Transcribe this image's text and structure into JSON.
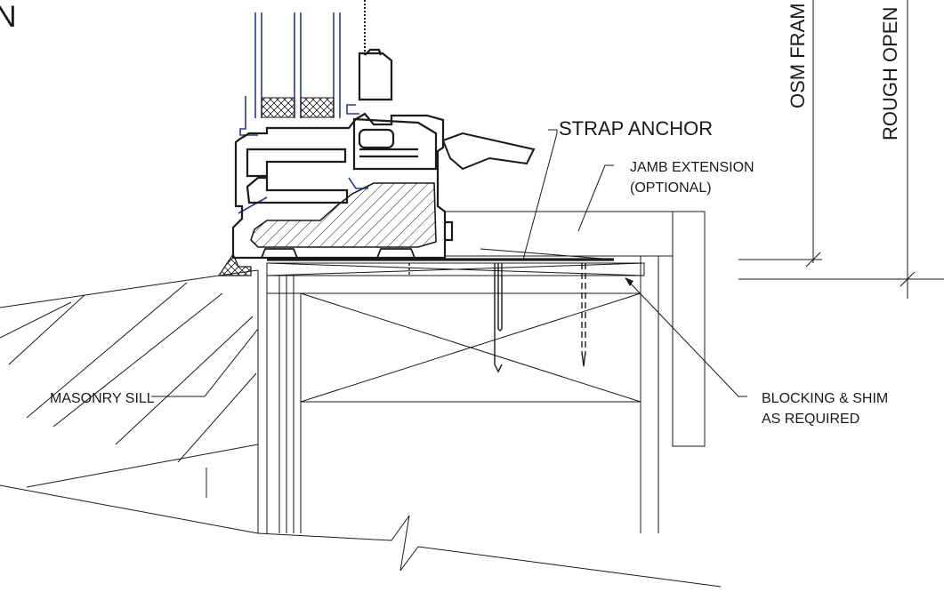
{
  "labels": {
    "title_fragment": "N",
    "strap_anchor": "STRAP ANCHOR",
    "jamb_extension_line1": "JAMB EXTENSION",
    "jamb_extension_line2": "(OPTIONAL)",
    "masonry_sill": "MASONRY SILL",
    "blocking_line1": "BLOCKING & SHIM",
    "blocking_line2": "AS REQUIRED",
    "osm_frame": "OSM FRAM",
    "rough_opening": "ROUGH OPEN"
  },
  "colors": {
    "line": "#1a1a1a",
    "glazing_blue": "#2d3a8c",
    "background": "#ffffff"
  }
}
